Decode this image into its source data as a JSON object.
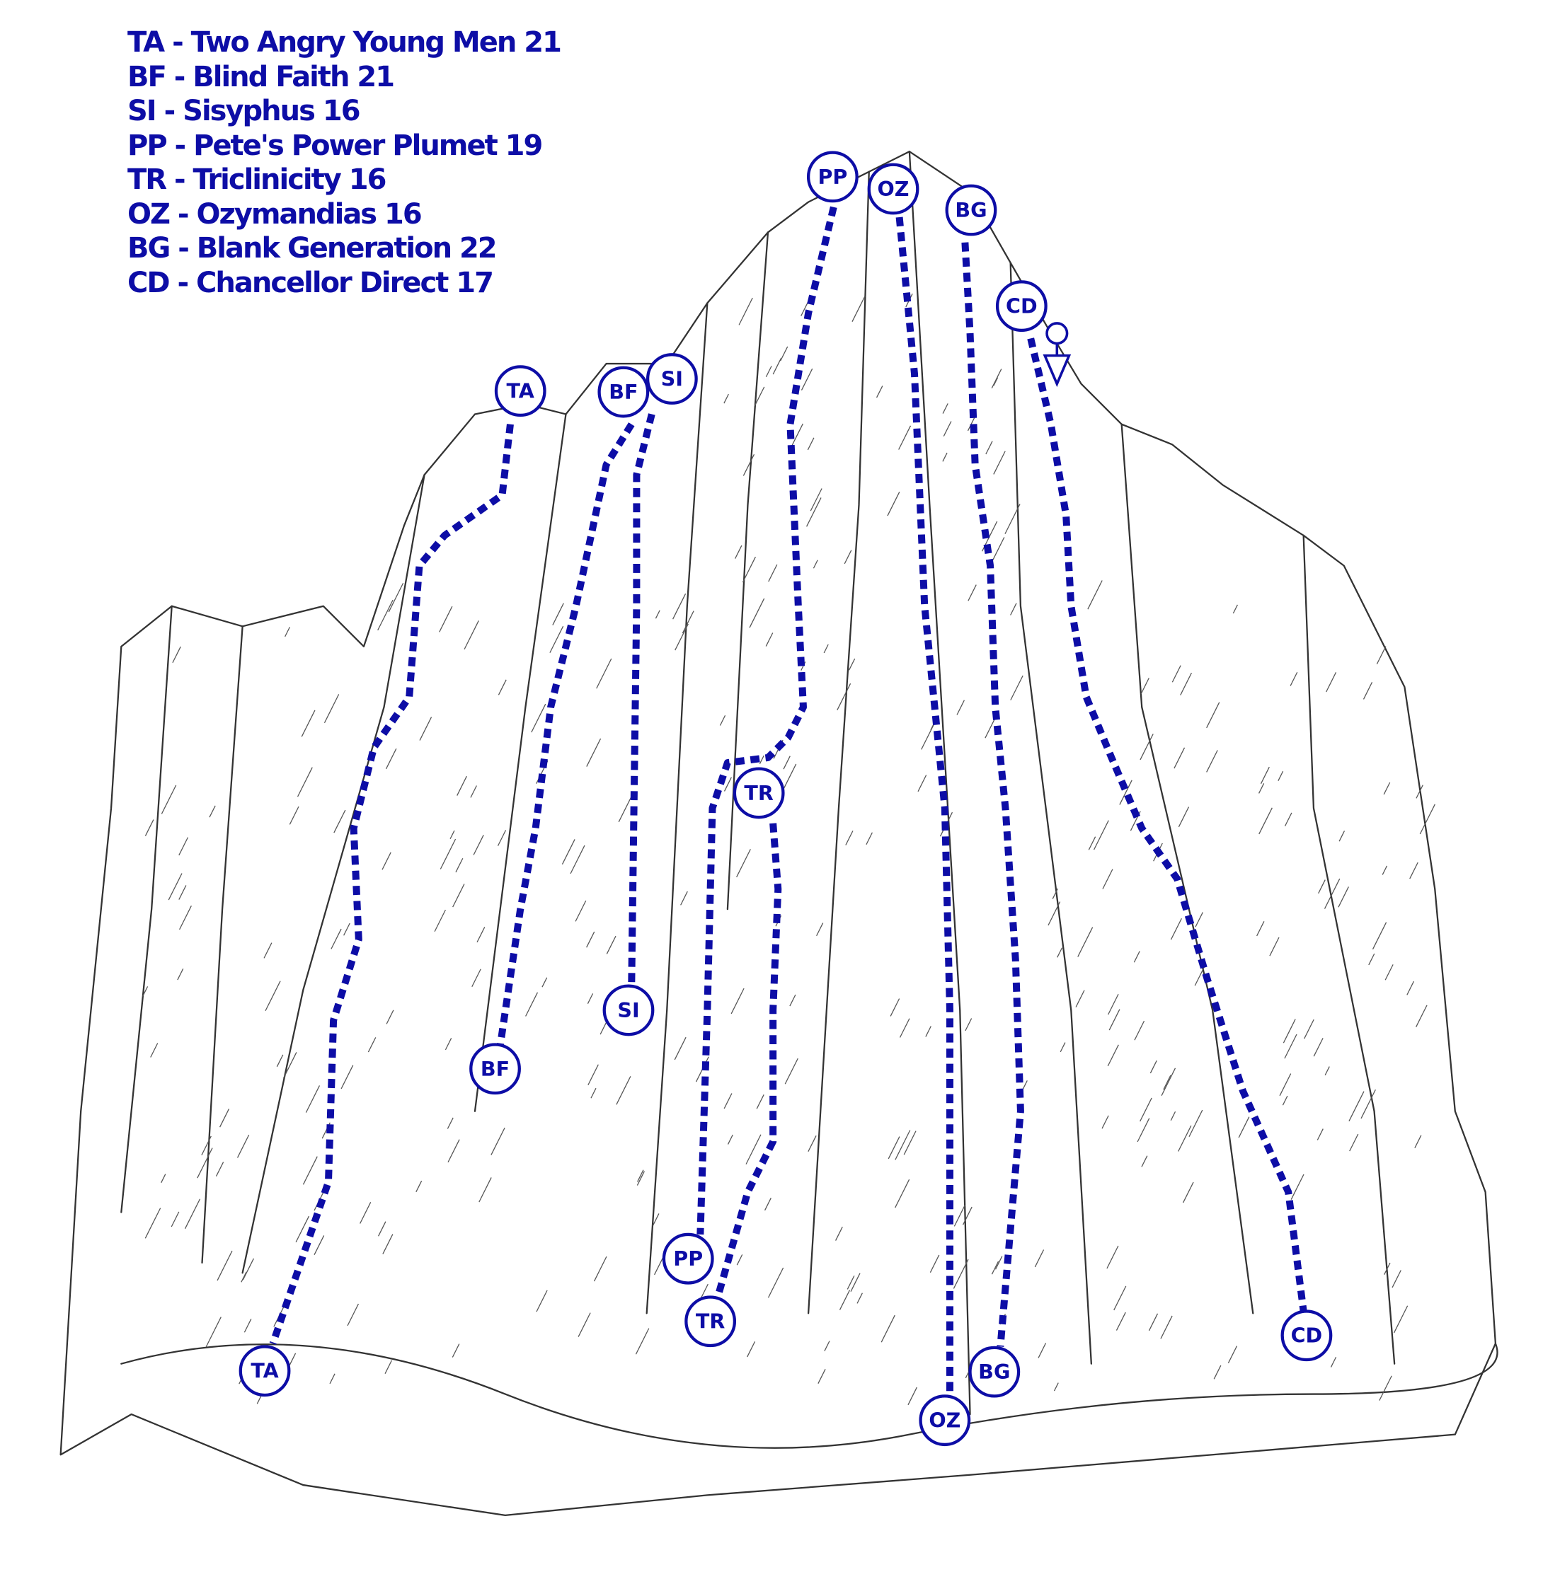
{
  "legend": [
    {
      "code": "TA",
      "name": "Two Angry Young Men",
      "grade": "21",
      "text": "TA - Two Angry Young Men 21"
    },
    {
      "code": "BF",
      "name": "Blind Faith",
      "grade": "21",
      "text": "BF - Blind Faith 21"
    },
    {
      "code": "SI",
      "name": "Sisyphus",
      "grade": "16",
      "text": "SI - Sisyphus 16"
    },
    {
      "code": "PP",
      "name": "Pete's Power Plumet",
      "grade": "19",
      "text": "PP - Pete's Power Plumet 19"
    },
    {
      "code": "TR",
      "name": "Triclinicity",
      "grade": "16",
      "text": "TR - Triclinicity 16"
    },
    {
      "code": "OZ",
      "name": "Ozymandias",
      "grade": "16",
      "text": "OZ - Ozymandias 16"
    },
    {
      "code": "BG",
      "name": "Blank Generation",
      "grade": "22",
      "text": "BG - Blank Generation 22"
    },
    {
      "code": "CD",
      "name": "Chancellor Direct",
      "grade": "17",
      "text": "CD - Chancellor Direct 17"
    }
  ],
  "colors": {
    "route": "#0d0da6",
    "ink": "#333333"
  },
  "icons": {
    "descent": "descent-marker-icon"
  }
}
